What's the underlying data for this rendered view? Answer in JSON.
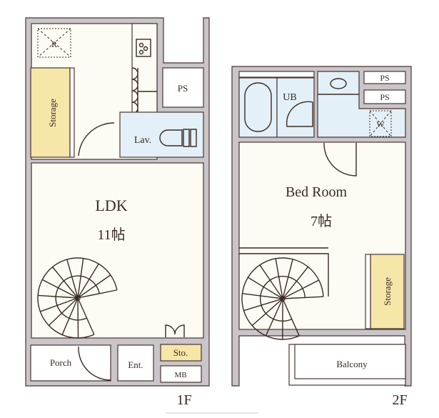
{
  "floors": [
    {
      "label": "1F",
      "rooms": {
        "refrigerator": "R",
        "storage": "Storage",
        "ps": "PS",
        "lavatory": "Lav.",
        "ldk": "LDK",
        "ldk_size": "11帖",
        "porch": "Porch",
        "entrance": "Ent.",
        "small_storage": "Sto.",
        "meter_box": "MB"
      }
    },
    {
      "label": "2F",
      "rooms": {
        "unit_bath": "UB",
        "ps_1": "PS",
        "ps_2": "PS",
        "washer": "W",
        "bedroom": "Bed Room",
        "bedroom_size": "7帖",
        "storage": "Storage",
        "balcony": "Balcony"
      }
    }
  ],
  "colors": {
    "wall": "#c9c5c9",
    "floor": "#fdfcf4",
    "wet": "#e3f0f8",
    "storage": "#f6e6a8",
    "line": "#4a3530"
  }
}
